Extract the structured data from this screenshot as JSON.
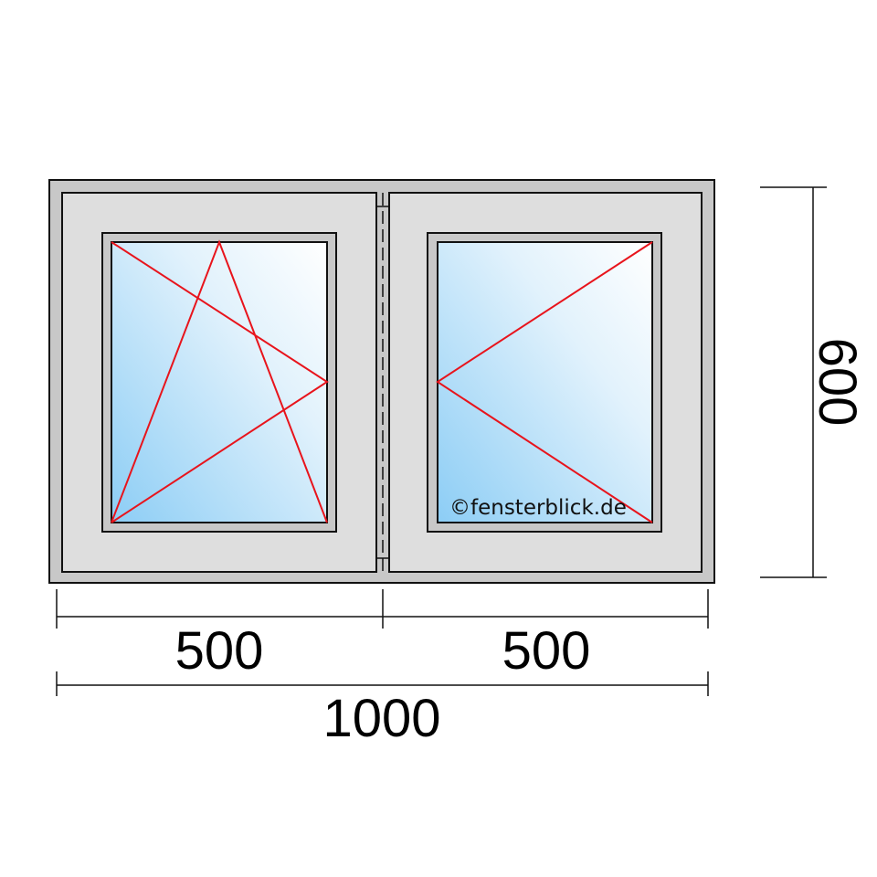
{
  "dimensions": {
    "left_sash_width": "500",
    "right_sash_width": "500",
    "total_width": "1000",
    "height": "600"
  },
  "watermark": "©fensterblick.de",
  "colors": {
    "frame": "#c8c8c8",
    "sash": "#dedede",
    "opening_lines": "#e8141c",
    "glass_light": "#ffffff",
    "glass_dark": "#8ccdf5"
  }
}
